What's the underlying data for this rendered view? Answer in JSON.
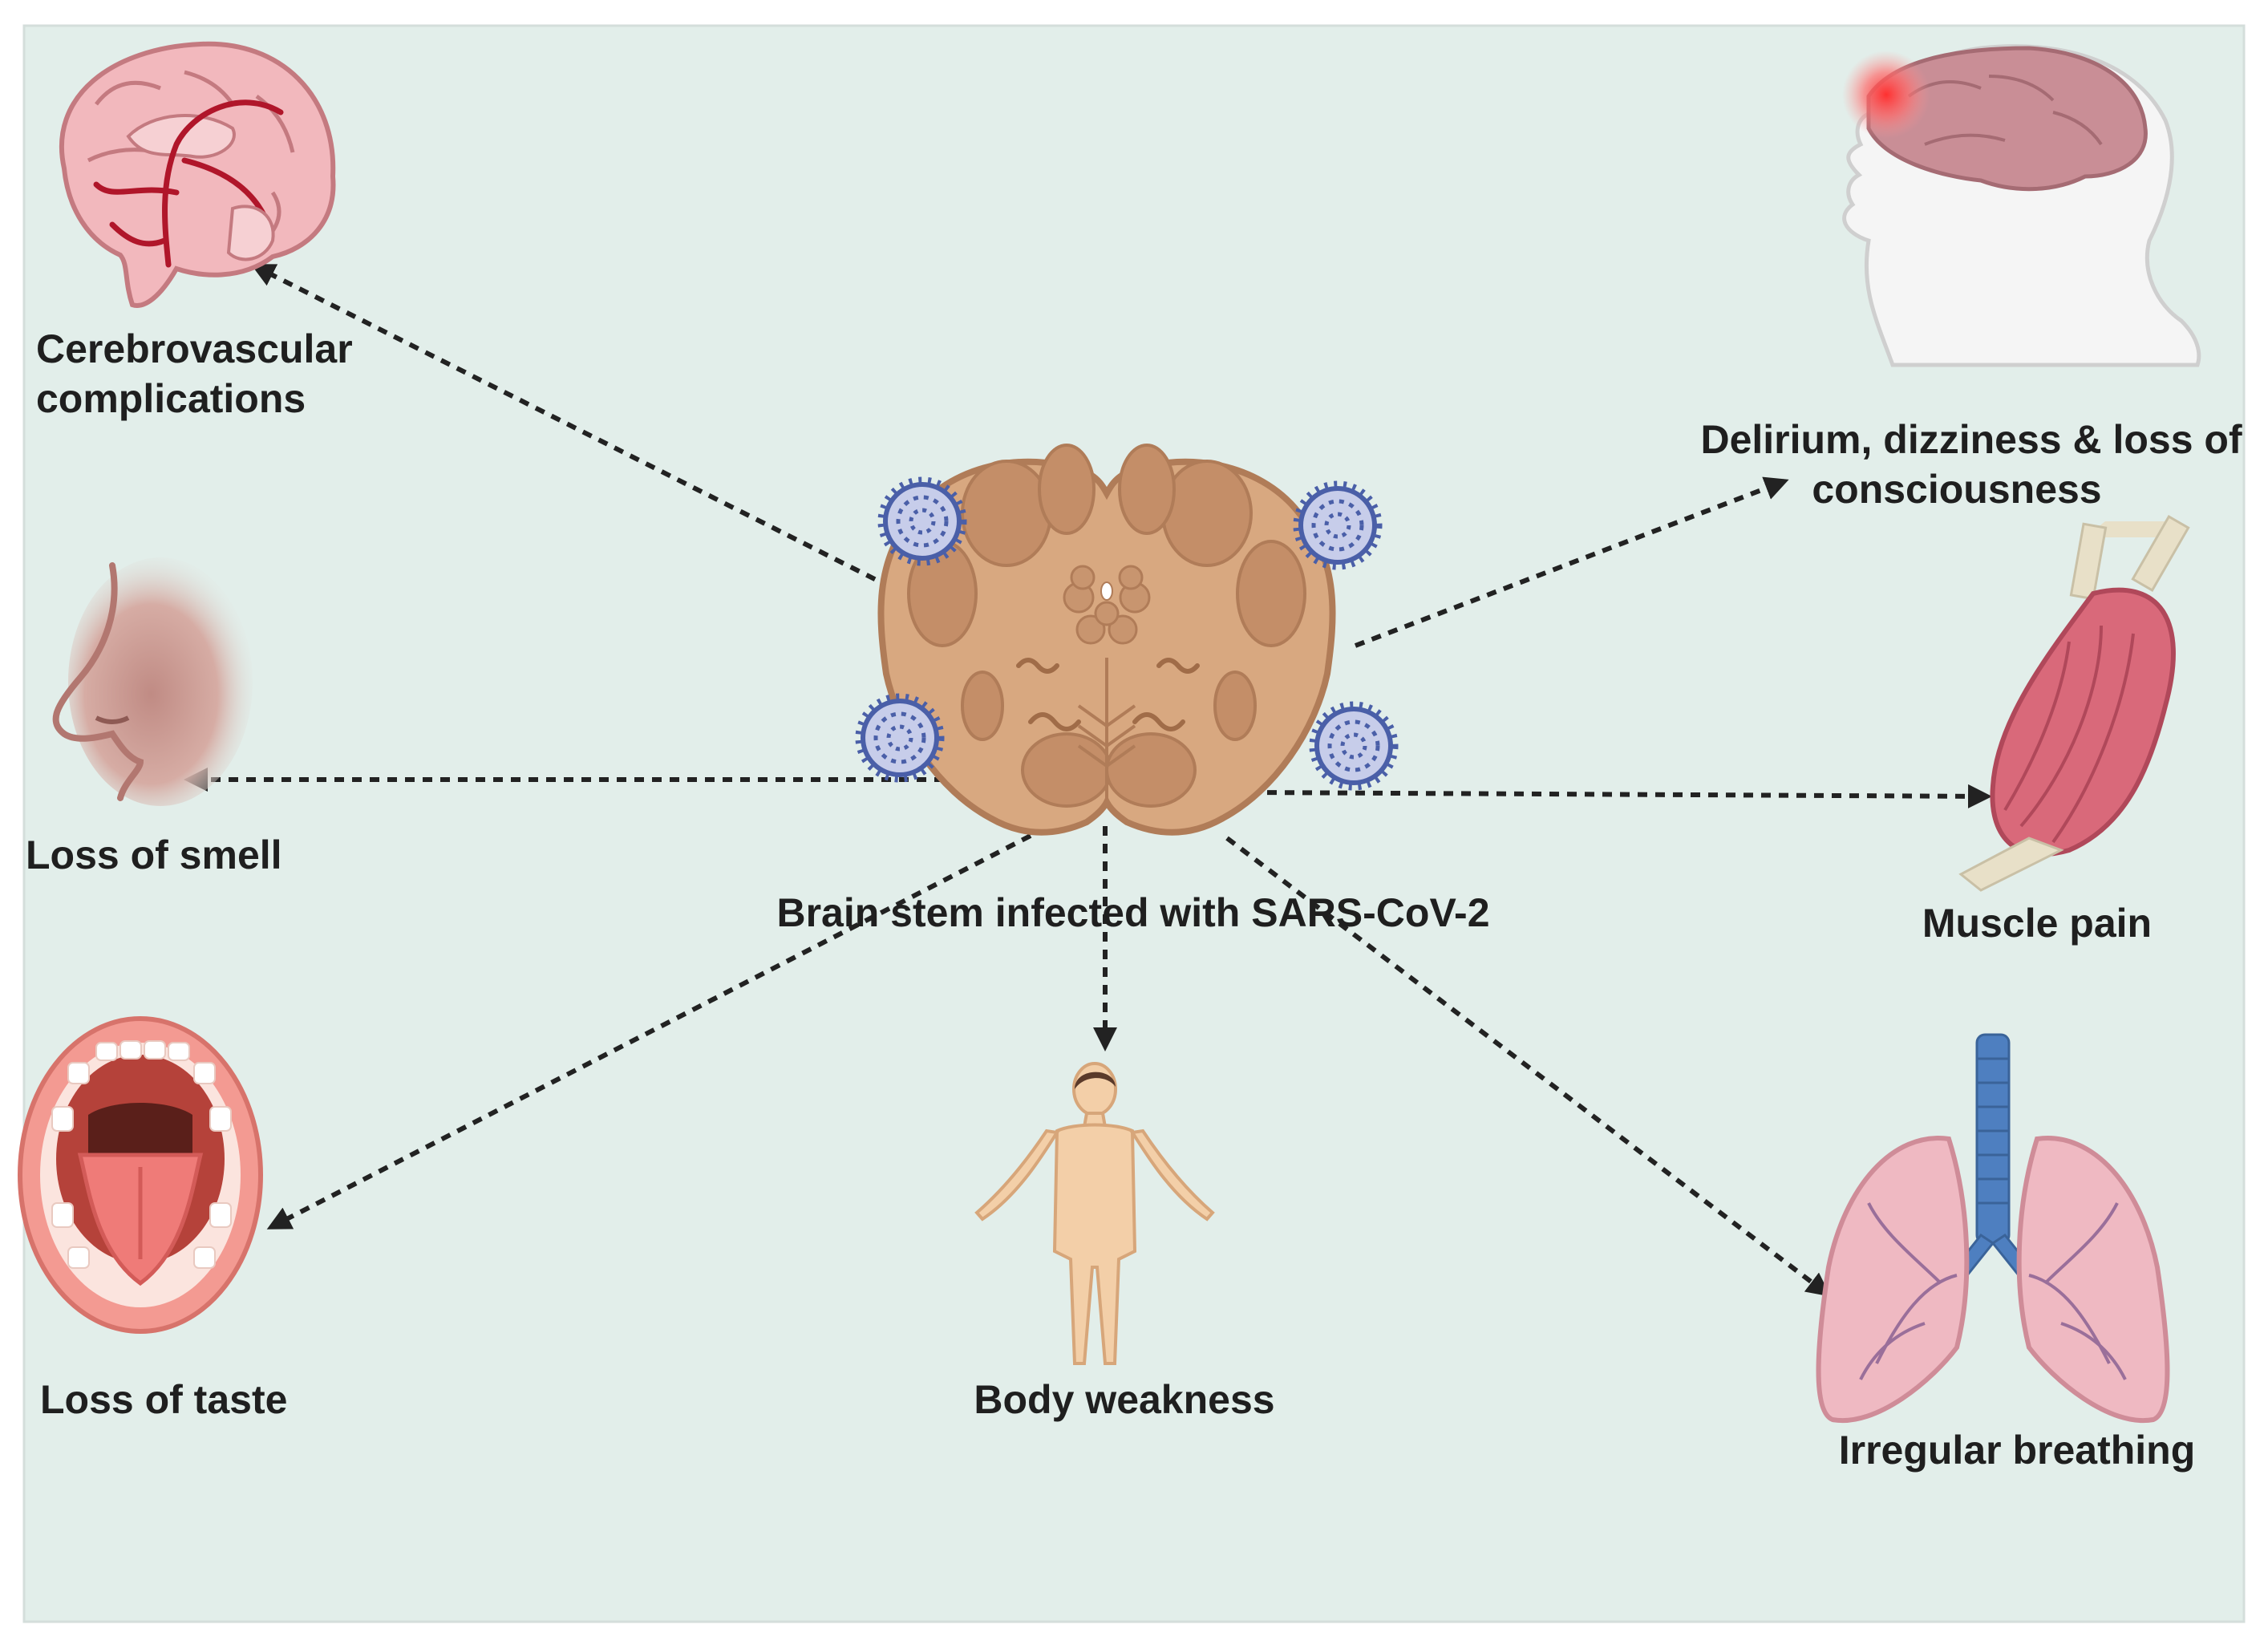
{
  "colors": {
    "panel_background": "#e2eeea",
    "connector": "#222222",
    "virus": "#4a5fa8",
    "brainstem": "#d8a880"
  },
  "center": {
    "label": "Brain stem infected with SARS-CoV-2",
    "icon": "brainstem-cross-section-with-virus-particles"
  },
  "symptoms": [
    {
      "id": "cerebrovascular",
      "lines": [
        "Cerebrovascular",
        "complications"
      ],
      "icon": "brain-with-vessels-icon"
    },
    {
      "id": "delirium",
      "lines": [
        "Delirium, dizziness & loss of",
        "consciousness"
      ],
      "icon": "head-with-brain-icon"
    },
    {
      "id": "smell",
      "lines": [
        "Loss of smell"
      ],
      "icon": "nose-icon"
    },
    {
      "id": "muscle",
      "lines": [
        "Muscle pain"
      ],
      "icon": "muscle-icon"
    },
    {
      "id": "taste",
      "lines": [
        "Loss of taste"
      ],
      "icon": "open-mouth-icon"
    },
    {
      "id": "weakness",
      "lines": [
        "Body weakness"
      ],
      "icon": "human-body-icon"
    },
    {
      "id": "breathing",
      "lines": [
        "Irregular breathing"
      ],
      "icon": "lungs-icon"
    }
  ]
}
